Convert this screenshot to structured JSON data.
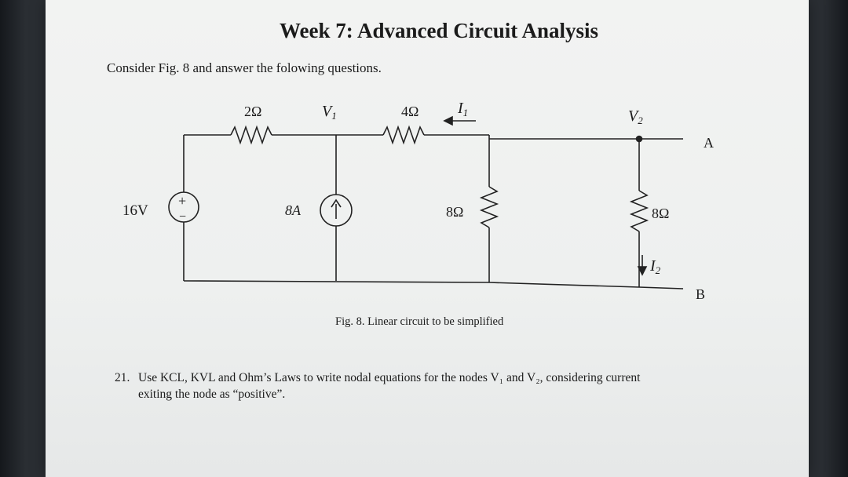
{
  "document": {
    "title": "Week 7: Advanced Circuit Analysis",
    "intro": "Consider Fig. 8 and answer the folowing questions.",
    "caption": "Fig. 8. Linear circuit to be simplified",
    "question": {
      "number": "21.",
      "line1": "Use KCL, KVL and Ohm’s Laws to write nodal equations for the nodes V₁ and V₂, considering current",
      "line2": "exiting the node as “positive”."
    }
  },
  "circuit": {
    "r_top_left": "2Ω",
    "node_v1": "V",
    "node_v1_sub": "1",
    "r_top_mid": "4Ω",
    "current_i1": "I",
    "current_i1_sub": "1",
    "node_v2": "V",
    "node_v2_sub": "2",
    "terminal_a": "A",
    "voltage_source": "16V",
    "plus_sign": "+",
    "minus_sign": "−",
    "current_source": "8A",
    "r_mid": "8Ω",
    "r_right": "8Ω",
    "current_i2": "I",
    "current_i2_sub": "2",
    "terminal_b": "B"
  }
}
